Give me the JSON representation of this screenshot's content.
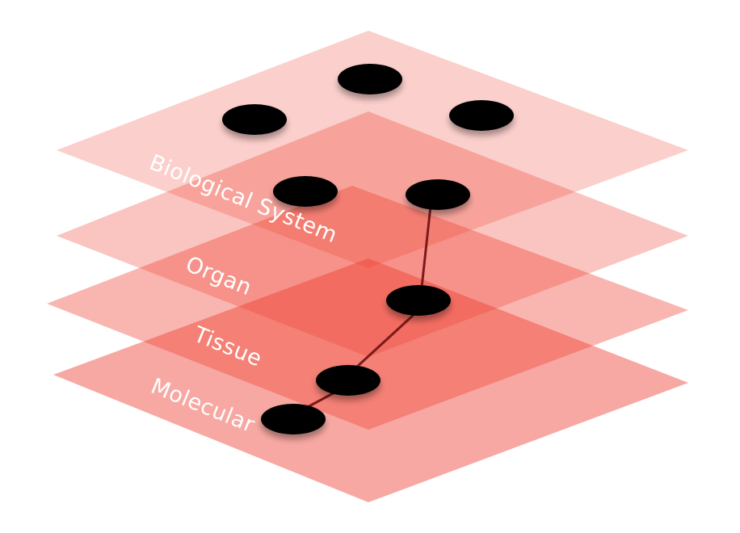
{
  "diagram": {
    "colors": {
      "background": "#ffffff",
      "plane": "#ee3e30",
      "node": "#000000",
      "link": "#7a1a1a",
      "label": "#ffffff"
    },
    "layers": [
      {
        "id": "biological-system",
        "label": "Biological System"
      },
      {
        "id": "organ",
        "label": "Organ"
      },
      {
        "id": "tissue",
        "label": "Tissue"
      },
      {
        "id": "molecular",
        "label": "Molecular"
      }
    ]
  }
}
